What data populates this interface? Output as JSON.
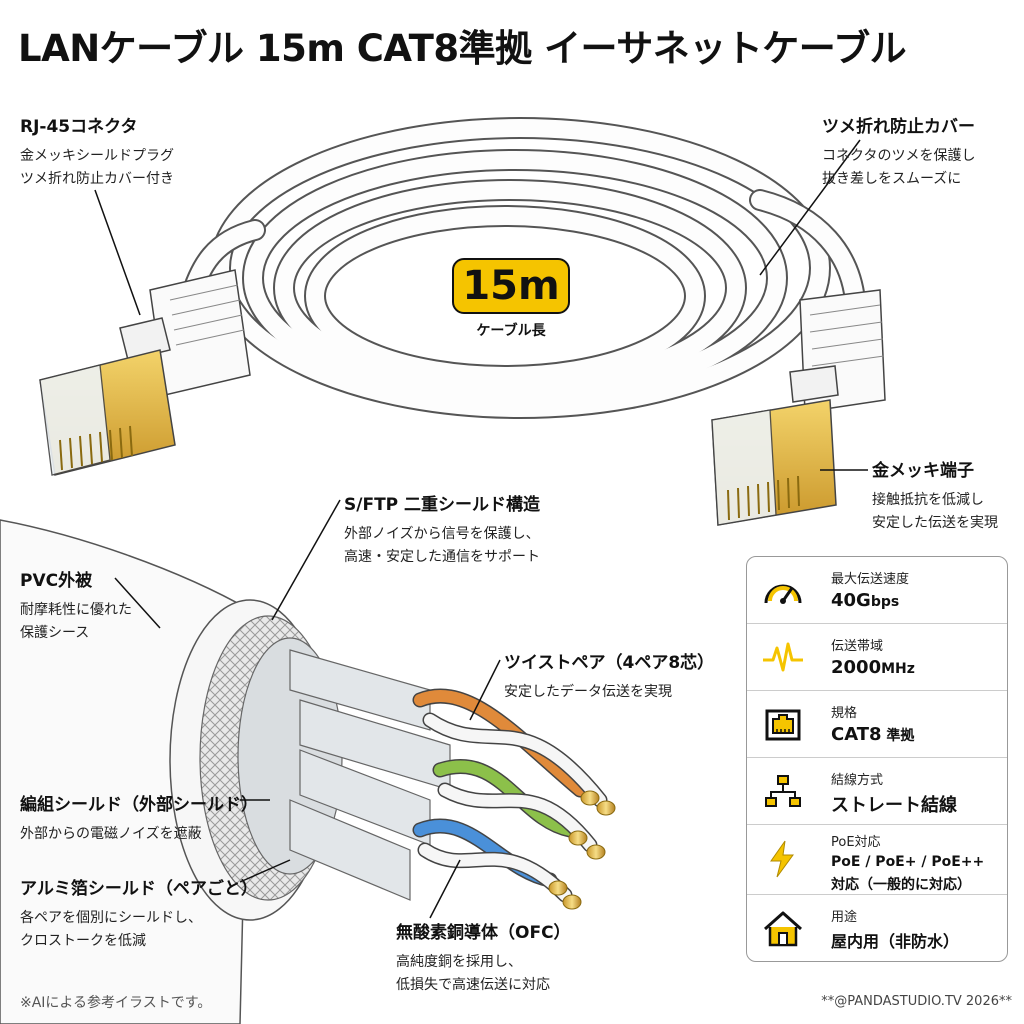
{
  "title": "LANケーブル 15m CAT8準拠 イーサネットケーブル",
  "cable_length": {
    "value": "15m",
    "caption": "ケーブル長"
  },
  "callouts": {
    "rj45": {
      "heading": "RJ-45コネクタ",
      "lines": [
        "金メッキシールドプラグ",
        "ツメ折れ防止カバー付き"
      ]
    },
    "cover": {
      "heading": "ツメ折れ防止カバー",
      "lines": [
        "コネクタのツメを保護し",
        "抜き差しをスムーズに"
      ]
    },
    "gold_terminal": {
      "heading": "金メッキ端子",
      "lines": [
        "接触抵抗を低減し",
        "安定した伝送を実現"
      ]
    },
    "sftp": {
      "heading": "S/FTP 二重シールド構造",
      "lines": [
        "外部ノイズから信号を保護し、",
        "高速・安定した通信をサポート"
      ]
    },
    "pvc": {
      "heading": "PVC外被",
      "lines": [
        "耐摩耗性に優れた",
        "保護シース"
      ]
    },
    "twisted": {
      "heading": "ツイストペア（4ペア8芯）",
      "lines": [
        "安定したデータ伝送を実現"
      ]
    },
    "braid": {
      "heading": "編組シールド（外部シールド）",
      "lines": [
        "外部からの電磁ノイズを遮蔽"
      ]
    },
    "foil": {
      "heading": "アルミ箔シールド（ペアごと）",
      "lines": [
        "各ペアを個別にシールドし、",
        "クロストークを低減"
      ]
    },
    "ofc": {
      "heading": "無酸素銅導体（OFC）",
      "lines": [
        "高純度銅を採用し、",
        "低損失で高速伝送に対応"
      ]
    }
  },
  "specs": [
    {
      "icon": "speedometer-icon",
      "label": "最大伝送速度",
      "value_main": "40G",
      "value_unit": "bps"
    },
    {
      "icon": "waveform-icon",
      "label": "伝送帯域",
      "value_main": "2000",
      "value_unit": "MHz"
    },
    {
      "icon": "ethernet-port-icon",
      "label": "規格",
      "value_main": "CAT8",
      "value_unit": " 準拠"
    },
    {
      "icon": "network-topology-icon",
      "label": "結線方式",
      "value_main": "ストレート結線",
      "value_unit": ""
    },
    {
      "icon": "lightning-icon",
      "label": "PoE対応",
      "line1": "PoE / PoE+ / PoE++",
      "line2": "対応（一般的に対応）"
    },
    {
      "icon": "house-icon",
      "label": "用途",
      "value_main": "屋内用（非防水）",
      "value_unit": ""
    }
  ],
  "footer": {
    "disclaimer": "※AIによる参考イラストです。",
    "credit": "**@PANDASTUDIO.TV 2026**"
  },
  "colors": {
    "accent_yellow": "#f5c400",
    "gold": "#e2b93b",
    "pair_orange": "#e08a3a",
    "pair_green": "#8cc04a",
    "pair_blue": "#4a90d9"
  }
}
